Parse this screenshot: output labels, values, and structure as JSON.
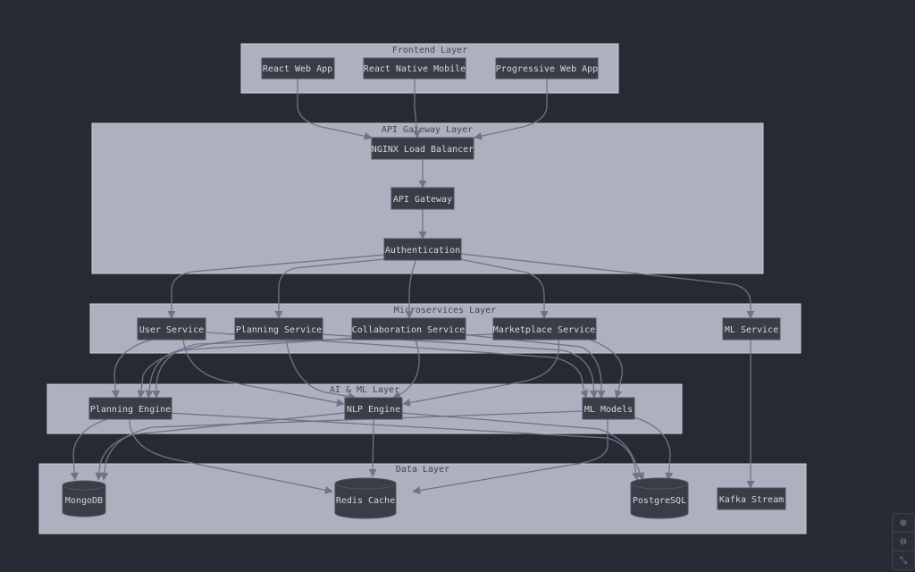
{
  "layers": {
    "frontend": "Frontend Layer",
    "gateway": "API Gateway Layer",
    "microservices": "Microservices Layer",
    "aiml": "AI & ML Layer",
    "data": "Data Layer"
  },
  "nodes": {
    "react_web": "React Web App",
    "react_native": "React Native Mobile",
    "pwa": "Progressive Web App",
    "nginx": "NGINX Load Balancer",
    "api_gateway": "API Gateway",
    "auth": "Authentication",
    "user_service": "User Service",
    "planning_service": "Planning Service",
    "collab_service": "Collaboration Service",
    "marketplace_service": "Marketplace Service",
    "ml_service": "ML Service",
    "planning_engine": "Planning Engine",
    "nlp_engine": "NLP Engine",
    "ml_models": "ML Models",
    "mongodb": "MongoDB",
    "redis": "Redis Cache",
    "postgres": "PostgreSQL",
    "kafka": "Kafka Stream"
  },
  "edges": [
    [
      "react_web",
      "nginx"
    ],
    [
      "react_native",
      "nginx"
    ],
    [
      "pwa",
      "nginx"
    ],
    [
      "nginx",
      "api_gateway"
    ],
    [
      "api_gateway",
      "auth"
    ],
    [
      "auth",
      "user_service"
    ],
    [
      "auth",
      "planning_service"
    ],
    [
      "auth",
      "collab_service"
    ],
    [
      "auth",
      "marketplace_service"
    ],
    [
      "auth",
      "ml_service"
    ],
    [
      "user_service",
      "planning_engine"
    ],
    [
      "user_service",
      "nlp_engine"
    ],
    [
      "user_service",
      "ml_models"
    ],
    [
      "planning_service",
      "planning_engine"
    ],
    [
      "planning_service",
      "nlp_engine"
    ],
    [
      "planning_service",
      "ml_models"
    ],
    [
      "collab_service",
      "planning_engine"
    ],
    [
      "collab_service",
      "nlp_engine"
    ],
    [
      "collab_service",
      "ml_models"
    ],
    [
      "marketplace_service",
      "planning_engine"
    ],
    [
      "marketplace_service",
      "nlp_engine"
    ],
    [
      "marketplace_service",
      "ml_models"
    ],
    [
      "planning_engine",
      "mongodb"
    ],
    [
      "planning_engine",
      "redis"
    ],
    [
      "planning_engine",
      "postgres"
    ],
    [
      "nlp_engine",
      "mongodb"
    ],
    [
      "nlp_engine",
      "redis"
    ],
    [
      "nlp_engine",
      "postgres"
    ],
    [
      "ml_models",
      "mongodb"
    ],
    [
      "ml_models",
      "redis"
    ],
    [
      "ml_models",
      "postgres"
    ],
    [
      "ml_service",
      "kafka"
    ]
  ],
  "zoom_controls": {
    "zoom_in_icon": "zoom-in-icon",
    "zoom_out_icon": "zoom-out-icon",
    "fit_icon": "fit-to-screen-icon"
  },
  "colors": {
    "background": "#282a33",
    "layer": "#adb1bf",
    "node": "#3a3c46",
    "edge": "#6f7385"
  }
}
